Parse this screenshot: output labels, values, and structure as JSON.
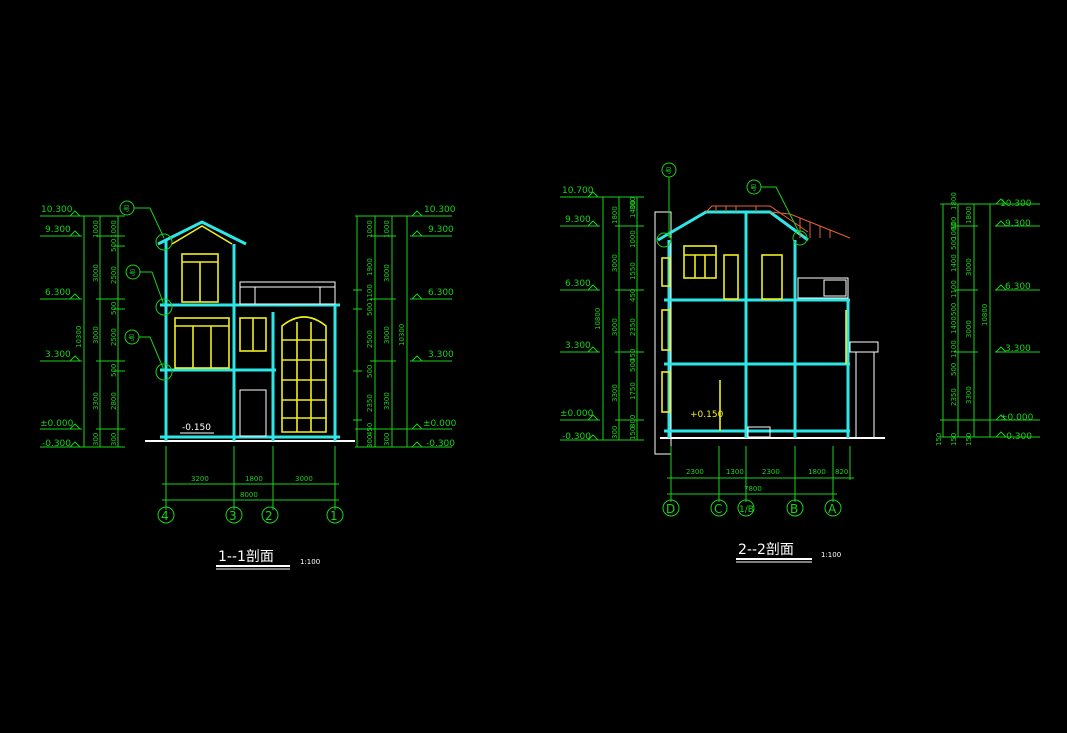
{
  "colors": {
    "background": "#000000",
    "dimension": "#19d219",
    "wall": "#2fe6e6",
    "window": "#f2ee1e",
    "text": "#ffffff",
    "roof": "#e0653a"
  },
  "section1": {
    "title": "1--1剖面",
    "scale": "1:100",
    "levels_left": [
      "10.300",
      "9.300",
      "6.300",
      "3.300",
      "±0.000",
      "-0.300"
    ],
    "levels_right": [
      "10.300",
      "9.300",
      "6.300",
      "3.300",
      "±0.000",
      "-0.300"
    ],
    "floor_label": "-0.150",
    "vdims_left_outer": [
      "1000",
      "3000",
      "3000",
      "3300",
      "300"
    ],
    "vdims_left_inner": [
      "1000",
      "500",
      "2500",
      "500",
      "2500",
      "500",
      "2800",
      "300"
    ],
    "vdims_left_total": "10300",
    "vdims_right_inner": [
      "1000",
      "1900",
      "1100",
      "500",
      "2500",
      "500",
      "2350",
      "300",
      "450"
    ],
    "vdims_right_outer": [
      "1000",
      "3000",
      "3000",
      "3300",
      "300"
    ],
    "vdims_right_total": "10300",
    "hdims": [
      "3200",
      "1800",
      "3000"
    ],
    "hdim_total": "8000",
    "axes": [
      "4",
      "3",
      "2",
      "1"
    ]
  },
  "section2": {
    "title": "2--2剖面",
    "scale": "1:100",
    "levels_left": [
      "10.700",
      "9.300",
      "6.300",
      "3.300",
      "±0.000",
      "-0.300"
    ],
    "levels_right": [
      "10.300",
      "9.300",
      "6.300",
      "3.300",
      "±0.000",
      "-0.300"
    ],
    "floor_label": "+0.150",
    "vdims_left_outer": [
      "1800",
      "3000",
      "3000",
      "3300",
      "300"
    ],
    "vdims_left_inner": [
      "1400",
      "300",
      "1000",
      "1550",
      "450",
      "2350",
      "450",
      "500",
      "1750",
      "800",
      "150"
    ],
    "vdims_left_total": "10800",
    "vdims_right_inner": [
      "1800",
      "600",
      "1000",
      "500",
      "1400",
      "1100",
      "500",
      "1400",
      "1100",
      "500",
      "2350",
      "150",
      "150"
    ],
    "vdims_right_outer": [
      "1800",
      "3000",
      "3000",
      "3300",
      "150"
    ],
    "vdims_right_total": "10800",
    "hdims": [
      "2300",
      "1300",
      "2300",
      "1800",
      "820"
    ],
    "hdim_total": "7800",
    "axes": [
      "D",
      "C",
      "1/B",
      "B",
      "A"
    ]
  },
  "detail_marks": [
    "号",
    "号",
    "号",
    "号",
    "号"
  ]
}
